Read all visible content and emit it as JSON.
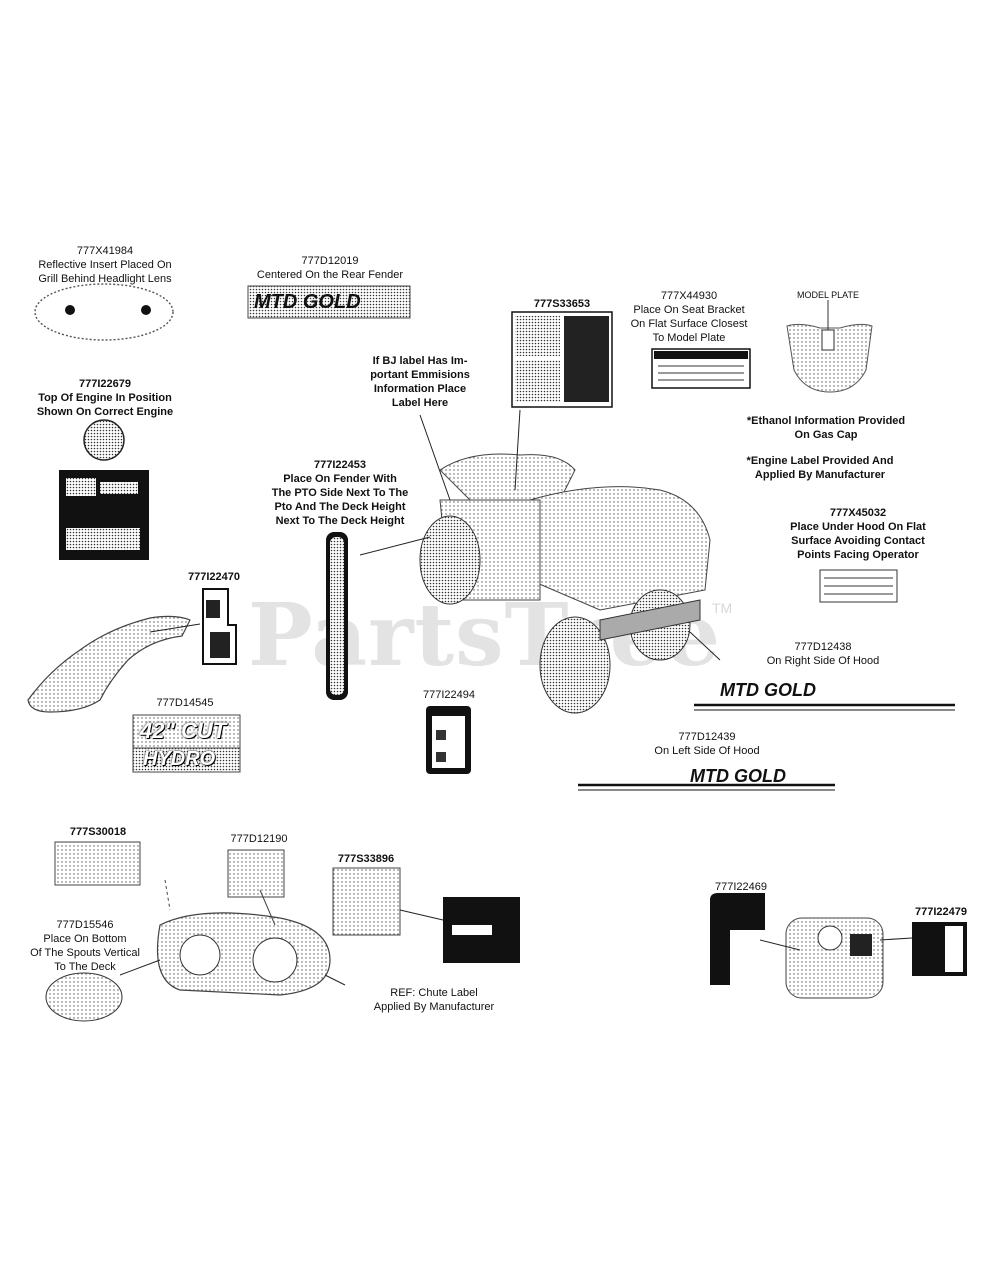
{
  "watermark": {
    "text": "PartsTree",
    "tm": "TM"
  },
  "callouts": {
    "c777X41984": {
      "part": "777X41984",
      "lines": [
        "Reflective Insert Placed On",
        "Grill Behind Headlight Lens"
      ]
    },
    "c777D12019": {
      "part": "777D12019",
      "lines": [
        "Centered On the Rear Fender"
      ]
    },
    "c777S33653": {
      "part": "777S33653"
    },
    "c777X44930": {
      "part": "777X44930",
      "lines": [
        "Place On Seat Bracket",
        "On Flat Surface Closest",
        "To Model Plate"
      ]
    },
    "model_plate": {
      "text": "MODEL PLATE"
    },
    "ethanol": {
      "text": "*Ethanol Information Provided On Gas Cap"
    },
    "engine_label": {
      "text": "*Engine Label Provided And Applied By Manufacturer"
    },
    "emissions": {
      "lines": [
        "If BJ label Has Im-",
        "portant Emmisions",
        "Information Place",
        "Label Here"
      ]
    },
    "c777I22679": {
      "part": "777I22679",
      "lines": [
        "Top Of Engine In Position",
        "Shown On Correct Engine"
      ]
    },
    "c777I22453": {
      "part": "777I22453",
      "lines": [
        "Place On Fender With",
        "The PTO Side Next To The",
        "Pto And The Deck Height",
        "Next To The Deck Height"
      ]
    },
    "c777X45032": {
      "part": "777X45032",
      "lines": [
        "Place Under Hood On Flat",
        "Surface Avoiding Contact",
        "Points Facing Operator"
      ]
    },
    "c777I22470": {
      "part": "777I22470"
    },
    "c777D12438": {
      "part": "777D12438",
      "lines": [
        "On Right Side Of Hood"
      ]
    },
    "c777D14545": {
      "part": "777D14545"
    },
    "c777I22494": {
      "part": "777I22494"
    },
    "c777D12439": {
      "part": "777D12439",
      "lines": [
        "On Left Side Of Hood"
      ]
    },
    "c777S30018": {
      "part": "777S30018"
    },
    "c777D12190": {
      "part": "777D12190"
    },
    "c777S33896": {
      "part": "777S33896"
    },
    "c777D15546": {
      "part": "777D15546",
      "lines": [
        "Place On Bottom",
        "Of The Spouts Vertical",
        "To The Deck"
      ]
    },
    "chute": {
      "lines": [
        "REF: Chute Label",
        "Applied By Manufacturer"
      ]
    },
    "c777I22469": {
      "part": "777I22469"
    },
    "c777I22479": {
      "part": "777I22479"
    }
  },
  "decals": {
    "mtd_gold_rear": "MTD GOLD",
    "mtd_gold_right": "MTD GOLD",
    "mtd_gold_left": "MTD GOLD",
    "deck_cut": "42\" CUT",
    "hydro": "HYDRO"
  }
}
